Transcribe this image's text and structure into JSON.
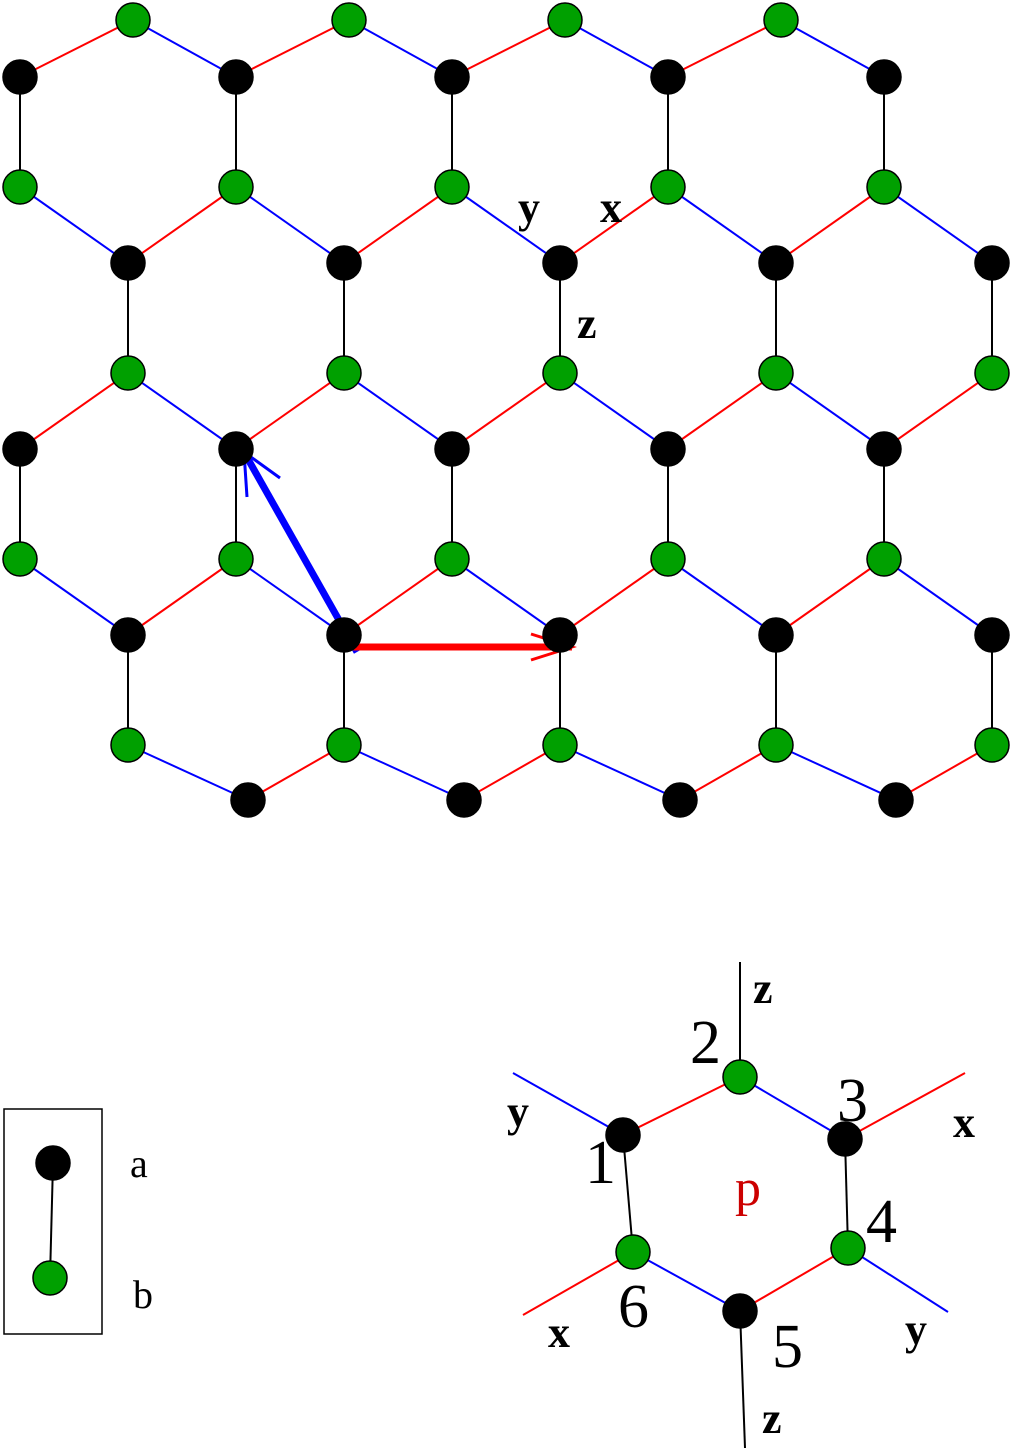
{
  "colors": {
    "x_bond": "#ff0000",
    "y_bond": "#0000ff",
    "z_bond": "#000000",
    "site_a": "#000000",
    "site_b": "#00a000",
    "p_label": "#cc0000"
  },
  "lattice": {
    "bond_labels": {
      "y": "y",
      "x": "x",
      "z": "z"
    }
  },
  "legend": {
    "a": "a",
    "b": "b"
  },
  "plaquette": {
    "label": "p",
    "sites": [
      "1",
      "2",
      "3",
      "4",
      "5",
      "6"
    ],
    "leg_labels": {
      "z_top": "z",
      "y_left": "y",
      "x_right": "x",
      "x_left": "x",
      "y_right": "y",
      "z_bottom": "z"
    }
  }
}
